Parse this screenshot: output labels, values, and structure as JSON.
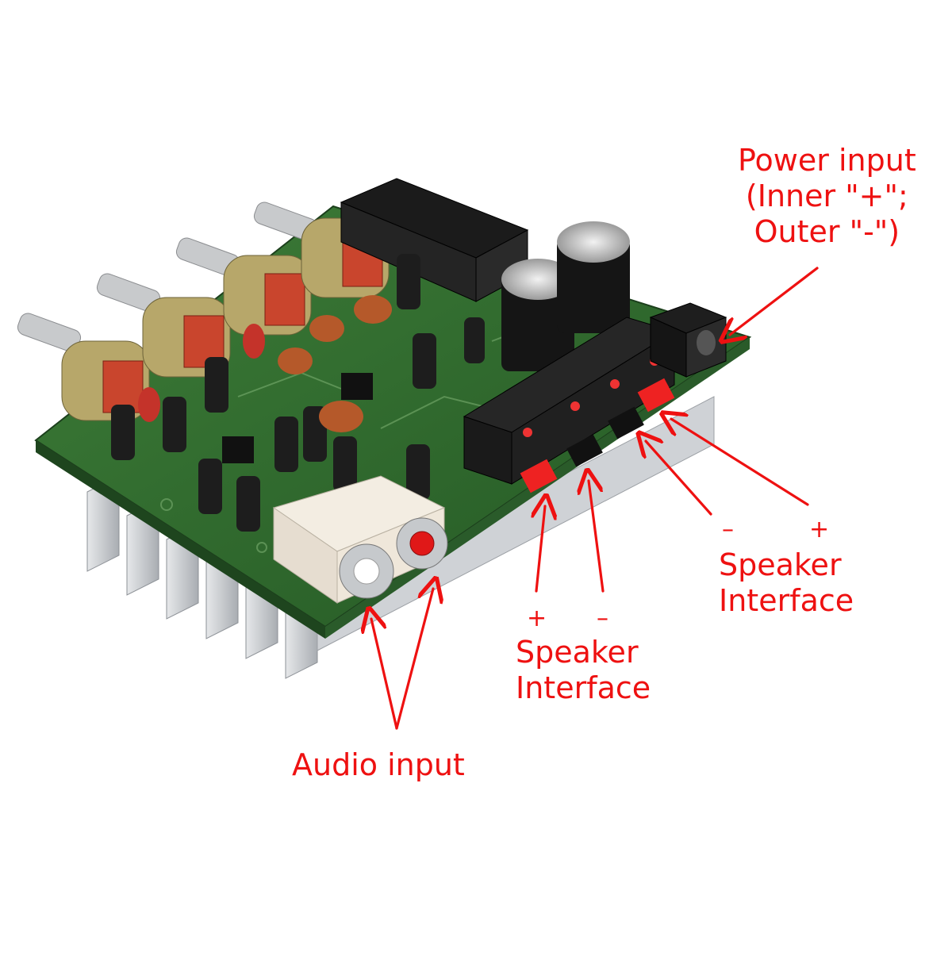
{
  "labels": {
    "power_lines": [
      "Power input",
      "(Inner \"+\";",
      "Outer \"-\")"
    ],
    "audio": "Audio input",
    "speaker_left": {
      "plus": "+",
      "minus": "–",
      "lines": [
        "Speaker",
        "Interface"
      ]
    },
    "speaker_right": {
      "minus": "–",
      "plus": "+",
      "lines": [
        "Speaker",
        "Interface"
      ]
    }
  },
  "colors": {
    "annotation": "#ee1111",
    "board": "#2f6a2e",
    "heatsink": "#c9ccd0",
    "background": "#ffffff"
  }
}
